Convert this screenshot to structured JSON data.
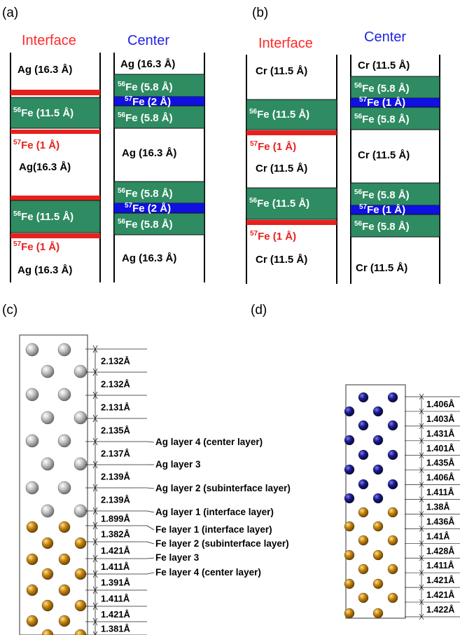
{
  "panels": {
    "a": {
      "label": "(a)",
      "interface_header": "Interface",
      "center_header": "Center",
      "interface_layers": [
        {
          "text": "Ag (16.3 Å)",
          "sup": ""
        },
        {
          "text": "Fe (11.5 Å)",
          "sup": "56"
        },
        {
          "text": "Fe (1 Å)",
          "sup": "57"
        },
        {
          "text": "Ag(16.3 Å)",
          "sup": ""
        },
        {
          "text": "Fe (11.5 Å)",
          "sup": "56"
        },
        {
          "text": "Fe (1 Å)",
          "sup": "57"
        },
        {
          "text": "Ag (16.3 Å)",
          "sup": ""
        }
      ],
      "center_layers": [
        {
          "text": "Ag (16.3 Å)",
          "sup": ""
        },
        {
          "text": "Fe (5.8 Å)",
          "sup": "56"
        },
        {
          "text": "Fe (2 Å)",
          "sup": "57"
        },
        {
          "text": "Fe (5.8 Å)",
          "sup": "56"
        },
        {
          "text": "Ag (16.3 Å)",
          "sup": ""
        },
        {
          "text": "Fe (5.8 Å)",
          "sup": "56"
        },
        {
          "text": "Fe (2 Å)",
          "sup": "57"
        },
        {
          "text": "Fe (5.8 Å)",
          "sup": "56"
        },
        {
          "text": "Ag (16.3 Å)",
          "sup": ""
        }
      ]
    },
    "b": {
      "label": "(b)",
      "interface_header": "Interface",
      "center_header": "Center",
      "interface_layers": [
        {
          "text": "Cr (11.5 Å)",
          "sup": ""
        },
        {
          "text": "Fe (11.5 Å)",
          "sup": "56"
        },
        {
          "text": "Fe (1 Å)",
          "sup": "57"
        },
        {
          "text": "Cr (11.5 Å)",
          "sup": ""
        },
        {
          "text": "Fe (11.5 Å)",
          "sup": "56"
        },
        {
          "text": "Fe (1 Å)",
          "sup": "57"
        },
        {
          "text": "Cr (11.5 Å)",
          "sup": ""
        }
      ],
      "center_layers": [
        {
          "text": "Cr (11.5 Å)",
          "sup": ""
        },
        {
          "text": "Fe (5.8 Å)",
          "sup": "56"
        },
        {
          "text": "Fe (1 Å)",
          "sup": "57"
        },
        {
          "text": "Fe (5.8 Å)",
          "sup": "56"
        },
        {
          "text": "Cr (11.5 Å)",
          "sup": ""
        },
        {
          "text": "Fe (5.8 Å)",
          "sup": "56"
        },
        {
          "text": "Fe (1 Å)",
          "sup": "57"
        },
        {
          "text": "Fe (5.8 Å)",
          "sup": "56"
        },
        {
          "text": "Cr (11.5 Å)",
          "sup": ""
        }
      ]
    },
    "c": {
      "label": "(c)",
      "spacings": [
        "2.132Å",
        "2.132Å",
        "2.131Å",
        "2.135Å",
        "2.137Å",
        "2.139Å",
        "2.139Å",
        "1.899Å",
        "1.382Å",
        "1.421Å",
        "1.411Å",
        "1.391Å",
        "1.411Å",
        "1.421Å",
        "1.381Å"
      ],
      "annotations": [
        "Ag layer 4 (center layer)",
        "Ag layer 3",
        "Ag layer 2 (subinterface layer)",
        "Ag layer 1 (interface layer)",
        "Fe layer 1 (interface layer)",
        "Fe layer 2 (subinterface layer)",
        "Fe layer 3",
        "Fe layer 4 (center layer)"
      ]
    },
    "d": {
      "label": "(d)",
      "spacings": [
        "1.406Å",
        "1.403Å",
        "1.431Å",
        "1.401Å",
        "1.435Å",
        "1.406Å",
        "1.411Å",
        "1.38Å",
        "1.436Å",
        "1.41Å",
        "1.428Å",
        "1.411Å",
        "1.421Å",
        "1.421Å",
        "1.422Å"
      ]
    }
  },
  "colors": {
    "fe56": "#2e8b62",
    "fe57_center": "#1010e0",
    "fe57_interface": "#e8201c",
    "interface_header": "#ff2a2a",
    "center_header": "#2323e6",
    "ag_atom": "#a8a8a8",
    "fe_atom": "#c8860f",
    "cr_atom": "#1c1c8a"
  }
}
